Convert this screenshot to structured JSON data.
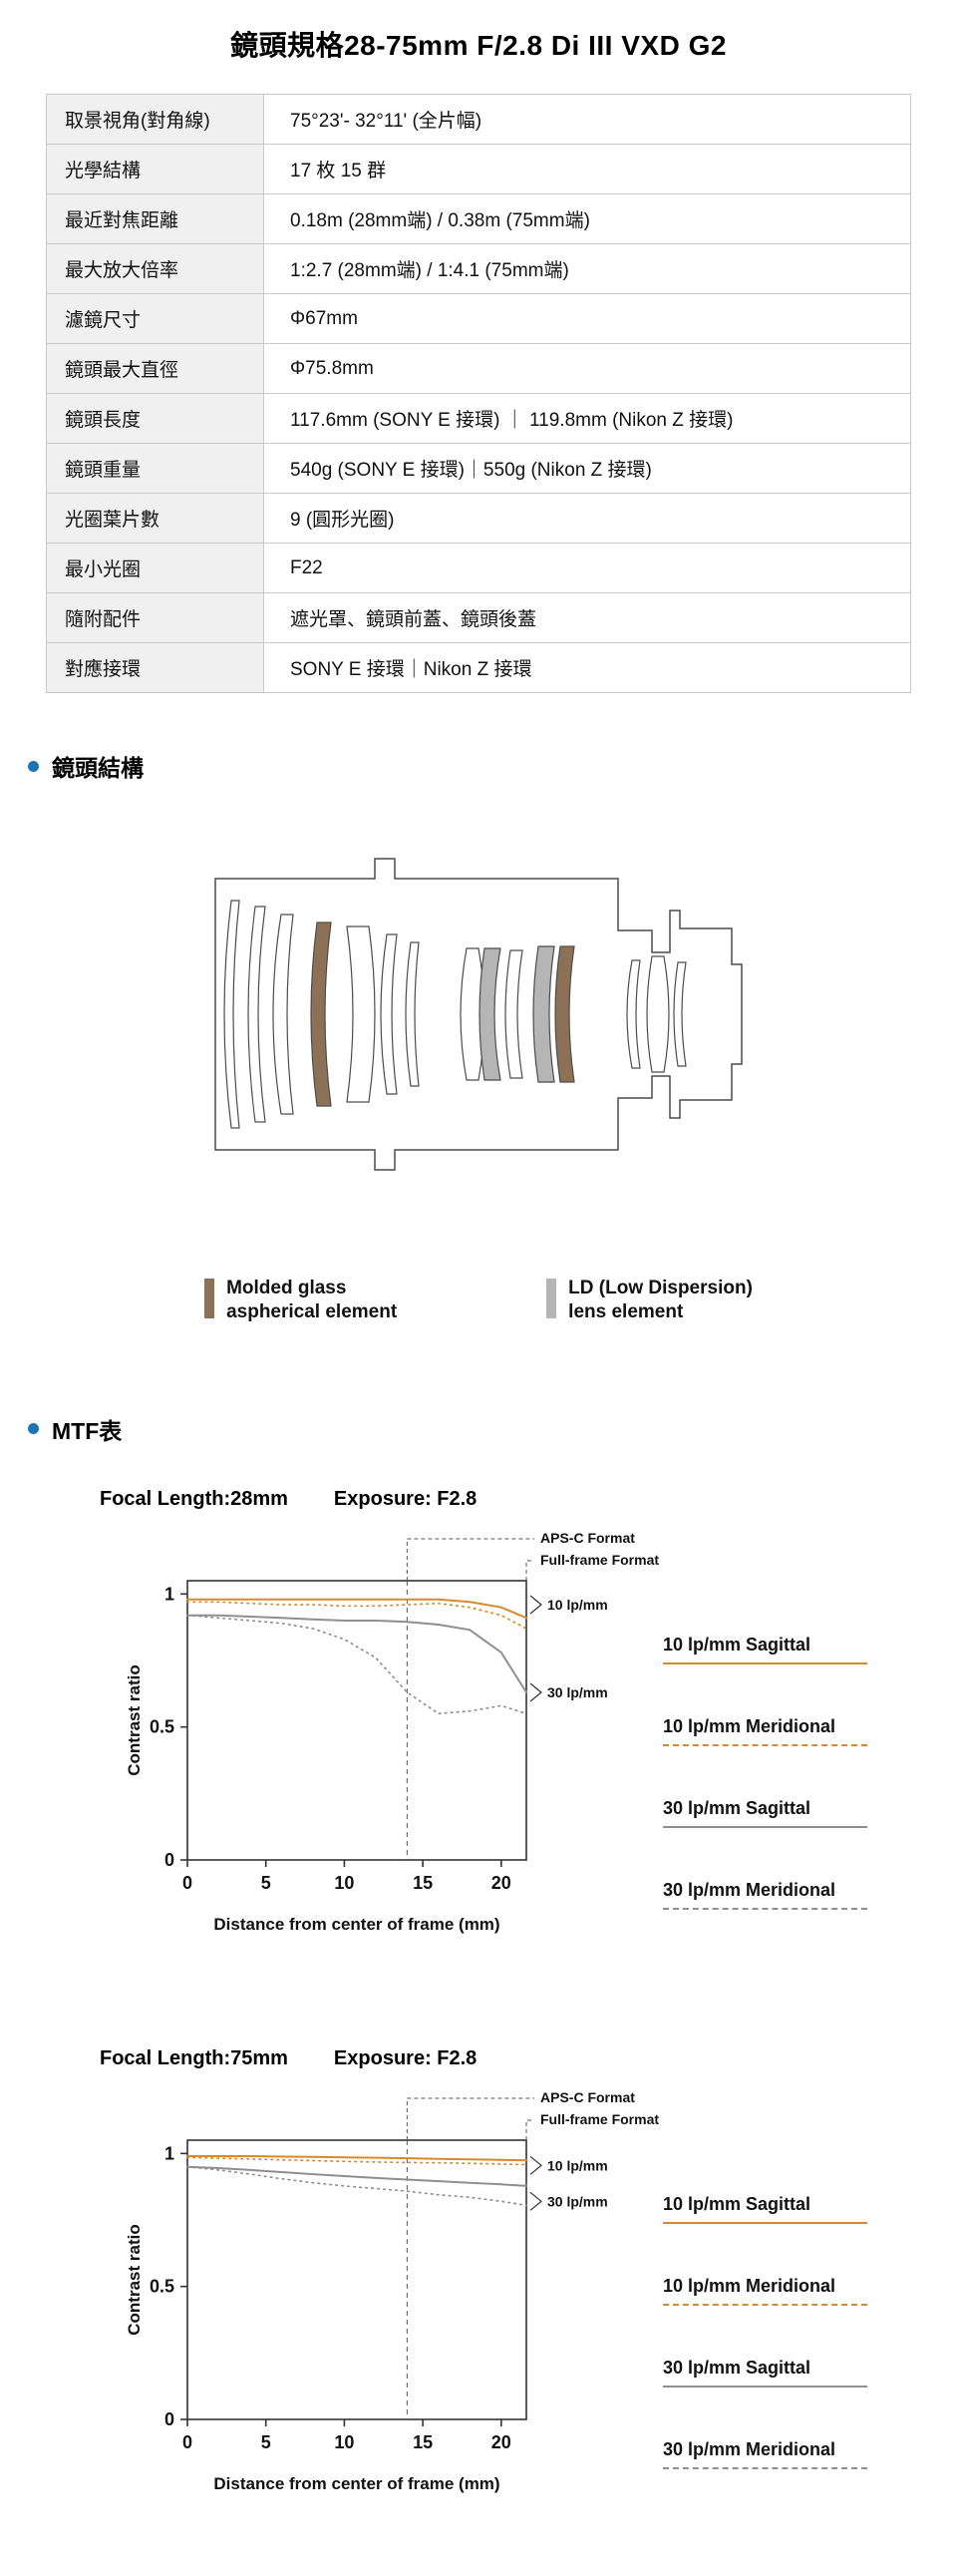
{
  "page": {
    "title": "鏡頭規格28-75mm F/2.8 Di III VXD G2"
  },
  "spec_table": {
    "rows": [
      {
        "label": "取景視角(對角線)",
        "value": "75°23'- 32°11' (全片幅)"
      },
      {
        "label": "光學結構",
        "value": "17 枚 15 群"
      },
      {
        "label": "最近對焦距離",
        "value": "0.18m (28mm端) / 0.38m (75mm端)"
      },
      {
        "label": "最大放大倍率",
        "value": "1:2.7 (28mm端) / 1:4.1 (75mm端)"
      },
      {
        "label": "濾鏡尺寸",
        "value": "Φ67mm"
      },
      {
        "label": "鏡頭最大直徑",
        "value": "Φ75.8mm"
      },
      {
        "label": "鏡頭長度",
        "value": "117.6mm (SONY E 接環) ｜ 119.8mm (Nikon Z 接環)"
      },
      {
        "label": "鏡頭重量",
        "value": "540g (SONY E 接環)｜550g (Nikon Z 接環)"
      },
      {
        "label": "光圈葉片數",
        "value": "9 (圓形光圈)"
      },
      {
        "label": "最小光圈",
        "value": "F22"
      },
      {
        "label": "隨附配件",
        "value": "遮光罩、鏡頭前蓋、鏡頭後蓋"
      },
      {
        "label": "對應接環",
        "value": "SONY E 接環｜Nikon Z 接環"
      }
    ]
  },
  "sections": {
    "construction_heading": "鏡頭結構",
    "mtf_heading": "MTF表"
  },
  "construction_legend": {
    "aspherical": {
      "label_line1": "Molded glass",
      "label_line2": "aspherical element",
      "color": "#8d7156"
    },
    "ld": {
      "label_line1": "LD (Low Dispersion)",
      "label_line2": "lens element",
      "color": "#b5b5b5"
    }
  },
  "colors": {
    "bullet": "#1d73b4",
    "mtf_10lpmm": "#d78a2b",
    "mtf_30lpmm": "#8f8f8f",
    "axis": "#333333"
  },
  "chart_data": [
    {
      "type": "line",
      "title": "Focal Length:28mm",
      "exposure": "Exposure: F2.8",
      "xlabel": "Distance from center of frame (mm)",
      "ylabel": "Contrast ratio",
      "xlim": [
        0,
        21.6
      ],
      "ylim": [
        0,
        1.05
      ],
      "xticks": [
        0,
        5,
        10,
        15,
        20
      ],
      "yticks": [
        0,
        0.5,
        1
      ],
      "grid": false,
      "legend_position": "right",
      "apsc_boundary_mm": 14,
      "annotations": {
        "apsc": "APS-C Format",
        "fullframe": "Full-frame Format",
        "ten": "10 lp/mm",
        "thirty": "30 lp/mm",
        "ten_y": 0.96,
        "thirty_y": 0.63
      },
      "x": [
        0,
        2,
        4,
        6,
        8,
        10,
        12,
        14,
        16,
        18,
        20,
        21.6
      ],
      "series": [
        {
          "name": "10 lp/mm Sagittal",
          "style": "solid",
          "color_key": "mtf_10lpmm",
          "values": [
            0.98,
            0.98,
            0.98,
            0.98,
            0.98,
            0.98,
            0.98,
            0.98,
            0.98,
            0.97,
            0.95,
            0.91
          ]
        },
        {
          "name": "10 lp/mm Meridional",
          "style": "dashed",
          "color_key": "mtf_10lpmm",
          "values": [
            0.97,
            0.97,
            0.965,
            0.96,
            0.96,
            0.955,
            0.955,
            0.96,
            0.965,
            0.95,
            0.92,
            0.87
          ]
        },
        {
          "name": "30 lp/mm Sagittal",
          "style": "solid",
          "color_key": "mtf_30lpmm",
          "values": [
            0.92,
            0.92,
            0.915,
            0.91,
            0.905,
            0.9,
            0.9,
            0.895,
            0.885,
            0.865,
            0.78,
            0.63
          ]
        },
        {
          "name": "30 lp/mm Meridional",
          "style": "dashed",
          "color_key": "mtf_30lpmm",
          "values": [
            0.92,
            0.91,
            0.9,
            0.89,
            0.87,
            0.83,
            0.76,
            0.63,
            0.55,
            0.56,
            0.58,
            0.55
          ]
        }
      ]
    },
    {
      "type": "line",
      "title": "Focal Length:75mm",
      "exposure": "Exposure: F2.8",
      "xlabel": "Distance from center of frame (mm)",
      "ylabel": "Contrast ratio",
      "xlim": [
        0,
        21.6
      ],
      "ylim": [
        0,
        1.05
      ],
      "xticks": [
        0,
        5,
        10,
        15,
        20
      ],
      "yticks": [
        0,
        0.5,
        1
      ],
      "grid": false,
      "legend_position": "right",
      "apsc_boundary_mm": 14,
      "annotations": {
        "apsc": "APS-C Format",
        "fullframe": "Full-frame Format",
        "ten": "10 lp/mm",
        "thirty": "30 lp/mm",
        "ten_y": 0.955,
        "thirty_y": 0.82
      },
      "x": [
        0,
        2,
        4,
        6,
        8,
        10,
        12,
        14,
        16,
        18,
        20,
        21.6
      ],
      "series": [
        {
          "name": "10 lp/mm Sagittal",
          "style": "solid",
          "color_key": "mtf_10lpmm",
          "values": [
            0.99,
            0.99,
            0.99,
            0.988,
            0.987,
            0.985,
            0.984,
            0.982,
            0.98,
            0.978,
            0.976,
            0.974
          ]
        },
        {
          "name": "10 lp/mm Meridional",
          "style": "dashed",
          "color_key": "mtf_10lpmm",
          "values": [
            0.985,
            0.982,
            0.979,
            0.976,
            0.973,
            0.97,
            0.968,
            0.966,
            0.965,
            0.963,
            0.96,
            0.958
          ]
        },
        {
          "name": "30 lp/mm Sagittal",
          "style": "solid",
          "color_key": "mtf_30lpmm",
          "values": [
            0.95,
            0.945,
            0.938,
            0.93,
            0.922,
            0.915,
            0.908,
            0.902,
            0.896,
            0.89,
            0.884,
            0.878
          ]
        },
        {
          "name": "30 lp/mm Meridional",
          "style": "dashed",
          "color_key": "mtf_30lpmm",
          "values": [
            0.95,
            0.938,
            0.922,
            0.905,
            0.89,
            0.878,
            0.868,
            0.858,
            0.845,
            0.835,
            0.82,
            0.805
          ]
        }
      ]
    }
  ]
}
